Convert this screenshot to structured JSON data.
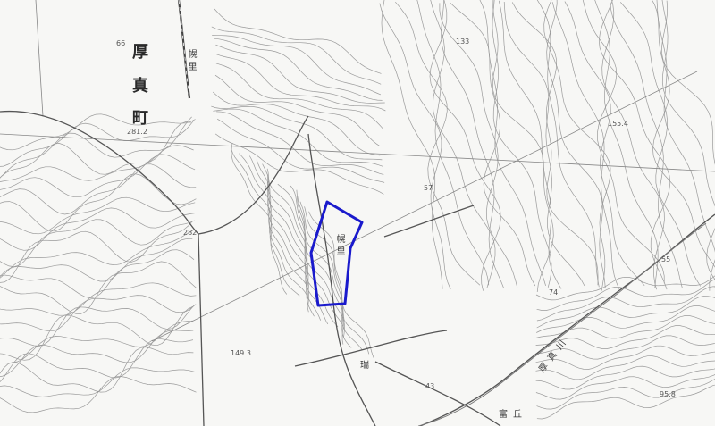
{
  "map": {
    "town_name_chars": [
      "厚",
      "真",
      "町"
    ],
    "locality_label": "幌里",
    "locality_label_north": "幌里",
    "river_name": "厚真川",
    "lower_label_1": "瑞",
    "lower_label_2": "富丘",
    "elevations": {
      "e1": "66",
      "e2": "133",
      "e3": "281.2",
      "e4": "282",
      "e5": "155.4",
      "e6": "74",
      "e7": "149.3",
      "e8": "95.8",
      "e9": "55",
      "e10": "57",
      "e11": "43"
    },
    "boundary_color": "#1a1acc"
  }
}
